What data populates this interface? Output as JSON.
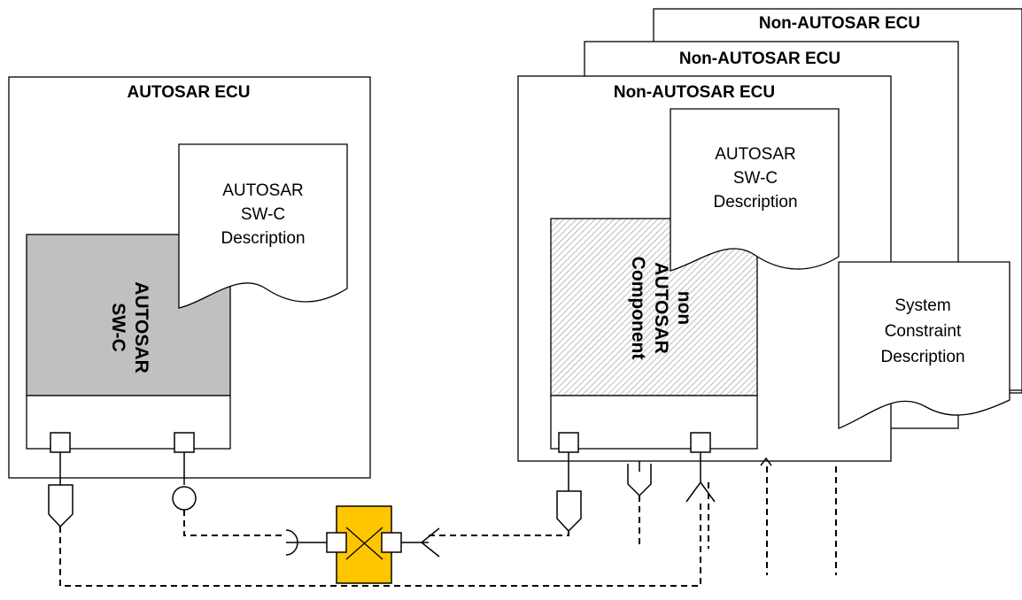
{
  "labels": {
    "autosar_ecu": "AUTOSAR ECU",
    "non_autosar_ecu_back": "Non-AUTOSAR ECU",
    "non_autosar_ecu_middle": "Non-AUTOSAR ECU",
    "non_autosar_ecu_front": "Non-AUTOSAR ECU",
    "swc_description_left": [
      "AUTOSAR",
      "SW-C",
      "Description"
    ],
    "swc_description_right": [
      "AUTOSAR",
      "SW-C",
      "Description"
    ],
    "system_constraint": [
      "System",
      "Constraint",
      "Description"
    ],
    "autosar_swc": [
      "AUTOSAR",
      "SW-C"
    ],
    "non_autosar_component": [
      "non",
      "AUTOSAR",
      "Component"
    ]
  },
  "colors": {
    "swc_fill": "#c0c0c0",
    "hatch": "#9a9a9a",
    "connector": "#ffc600",
    "stroke": "#000000"
  }
}
